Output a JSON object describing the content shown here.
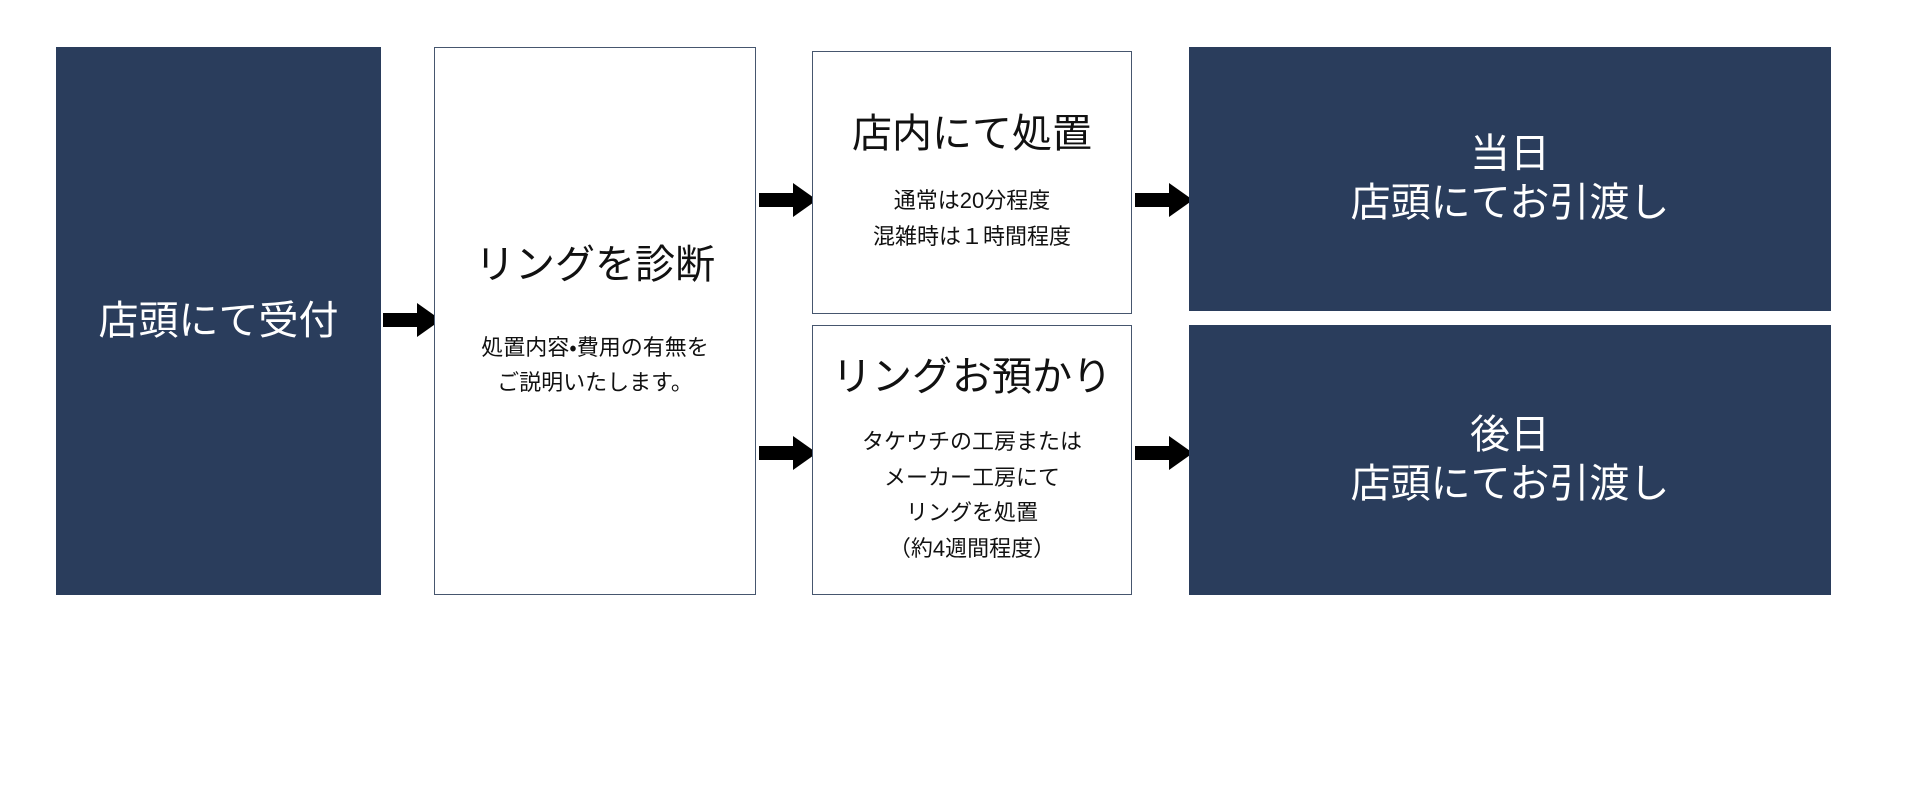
{
  "diagram": {
    "type": "process-flow",
    "title_text": "",
    "colors": {
      "fill_navy": "#2A3D5C",
      "box_border": "#46566E",
      "text_on_navy": "#FFFFFF",
      "text_on_white": "#111111",
      "arrow": "#000000",
      "background": "#FFFFFF"
    },
    "nodes": [
      {
        "id": "reception",
        "style": "filled",
        "title": "店頭にて受付",
        "body": ""
      },
      {
        "id": "diagnose",
        "style": "outlined",
        "title": "リングを診断",
        "body": "処置内容・費用の有無を\nご説明いたします。"
      },
      {
        "id": "instore",
        "style": "outlined",
        "title": "店内にて処置",
        "body": "通常は20分程度\n混雑時は１時間程度"
      },
      {
        "id": "keep",
        "style": "outlined",
        "title": "リングお預かり",
        "body": "タケウチの工房または\nメーカー工房にて\nリングを処置\n（約4週間程度）"
      },
      {
        "id": "sameday",
        "style": "filled",
        "title": "当日\n店頭にてお引渡し",
        "body": ""
      },
      {
        "id": "later",
        "style": "filled",
        "title": "後日\n店頭にてお引渡し",
        "body": ""
      }
    ],
    "arrows": [
      {
        "id": "reception-to-diagnose",
        "icon": "arrow-right-icon"
      },
      {
        "id": "diagnose-to-instore",
        "icon": "arrow-right-icon"
      },
      {
        "id": "diagnose-to-keep",
        "icon": "arrow-right-icon"
      },
      {
        "id": "instore-to-sameday",
        "icon": "arrow-right-icon"
      },
      {
        "id": "keep-to-later",
        "icon": "arrow-right-icon"
      }
    ]
  }
}
